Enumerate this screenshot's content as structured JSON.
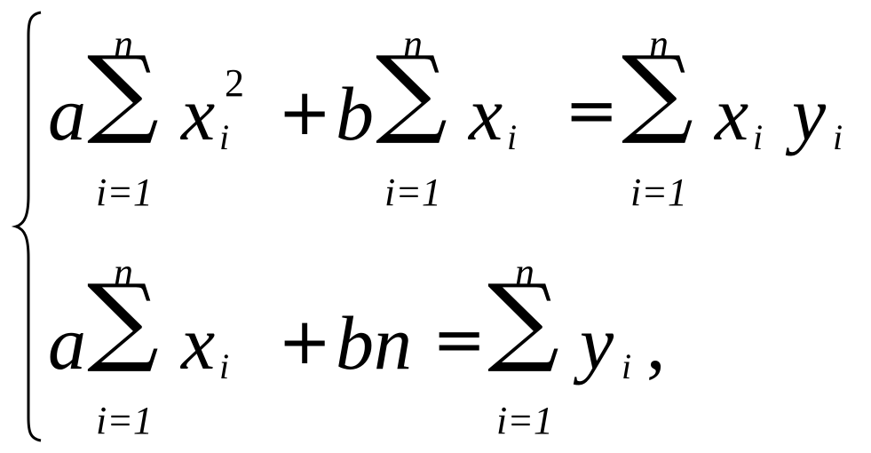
{
  "equation_system": {
    "brace": "{",
    "row1": {
      "t1": {
        "coef": "a",
        "sum": "∑",
        "upper": "n",
        "lower": "i=1",
        "var": "x",
        "sub": "i",
        "sup": "2"
      },
      "plus": "+",
      "t2": {
        "coef": "b",
        "sum": "∑",
        "upper": "n",
        "lower": "i=1",
        "var": "x",
        "sub": "i"
      },
      "equals": "=",
      "rhs": {
        "sum": "∑",
        "upper": "n",
        "lower": "i=1",
        "var1": "x",
        "sub1": "i",
        "var2": "y",
        "sub2": "i"
      }
    },
    "row2": {
      "t1": {
        "coef": "a",
        "sum": "∑",
        "upper": "n",
        "lower": "i=1",
        "var": "x",
        "sub": "i"
      },
      "plus": "+",
      "term": "bn",
      "equals": "=",
      "rhs": {
        "sum": "∑",
        "upper": "n",
        "lower": "i=1",
        "var": "y",
        "sub": "i",
        "trailing": ","
      }
    }
  }
}
